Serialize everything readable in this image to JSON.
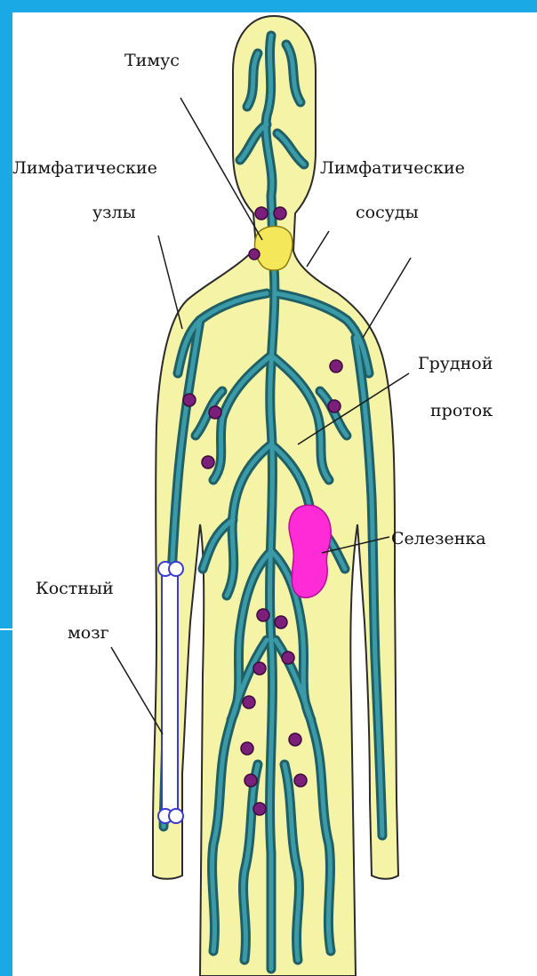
{
  "labels": {
    "thymus": "Тимус",
    "lymph_nodes_line1": "Лимфатические",
    "lymph_nodes_line2": "узлы",
    "lymph_vessels_line1": "Лимфатические",
    "lymph_vessels_line2": "сосуды",
    "thoracic_duct_line1": "Грудной",
    "thoracic_duct_line2": "проток",
    "spleen": "Селезенка",
    "bone_marrow_line1": "Костный",
    "bone_marrow_line2": "мозг"
  },
  "colors": {
    "frame": "#1ba9e6",
    "body": "#f5f3a6",
    "vessel_outer": "#1f5f66",
    "vessel_inner": "#3a9aa8",
    "node": "#7a1f7a",
    "spleen": "#ff2bd6",
    "thymus": "#f4e85a",
    "bone": "#ffffff"
  }
}
